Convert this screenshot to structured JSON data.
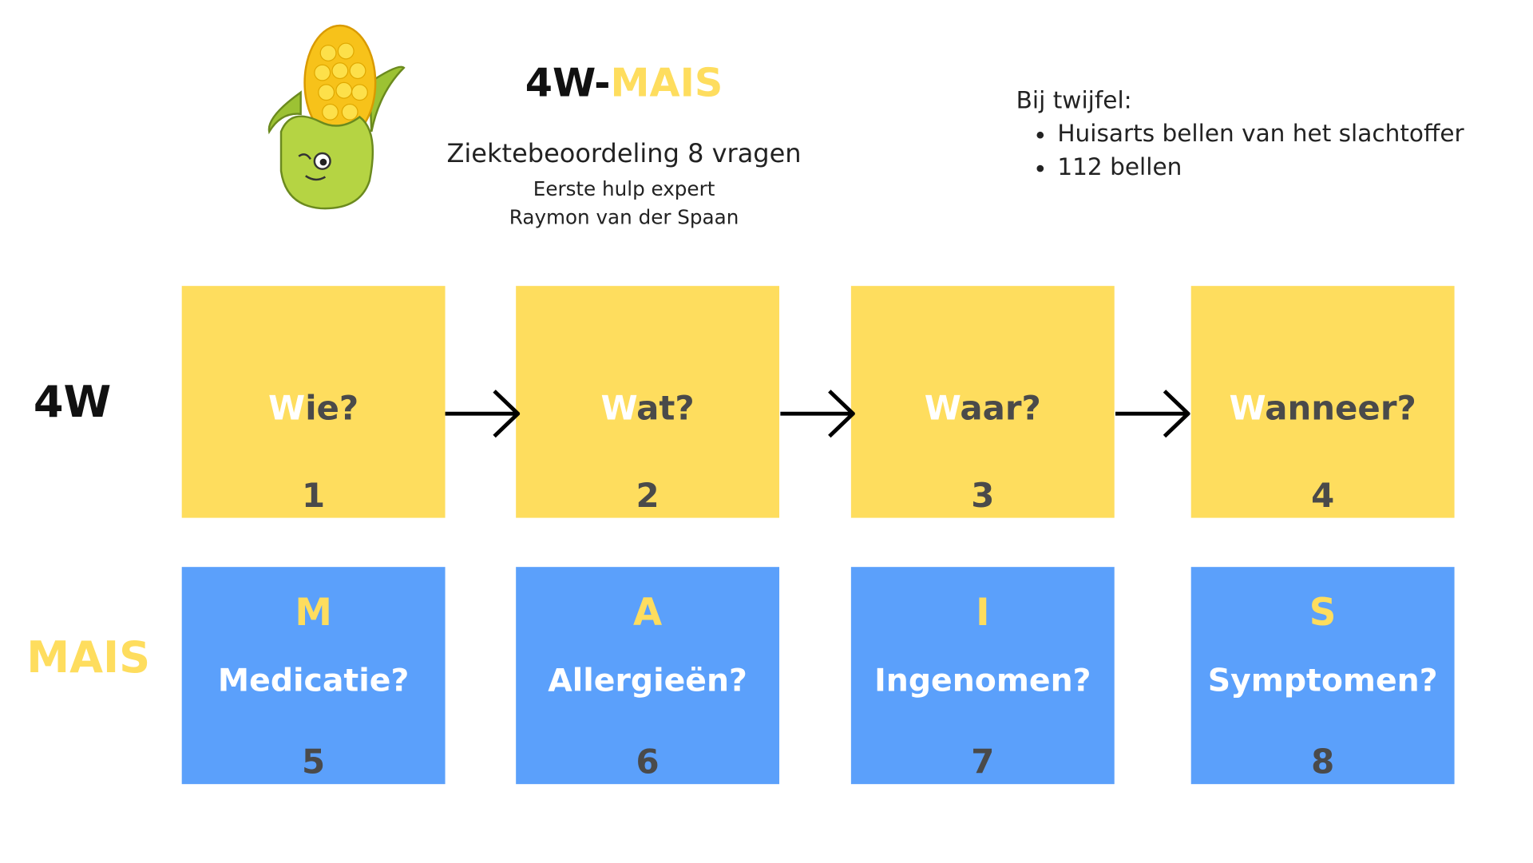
{
  "header": {
    "title_part1": "4W-",
    "title_part2": "MAIS",
    "subtitle": "Ziektebeoordeling 8 vragen",
    "author_line1": "Eerste hulp expert",
    "author_line2": "Raymon van der Spaan"
  },
  "doubt": {
    "heading": "Bij twijfel:",
    "items": [
      "Huisarts bellen van het slachtoffer",
      "112 bellen"
    ]
  },
  "rows": {
    "w_label": "4W",
    "mais_label": "MAIS"
  },
  "w_boxes": [
    {
      "first": "W",
      "rest": "ie?",
      "number": "1"
    },
    {
      "first": "W",
      "rest": "at?",
      "number": "2"
    },
    {
      "first": "W",
      "rest": "aar?",
      "number": "3"
    },
    {
      "first": "W",
      "rest": "anneer?",
      "number": "4"
    }
  ],
  "mais_boxes": [
    {
      "letter": "M",
      "question": "Medicatie?",
      "number": "5"
    },
    {
      "letter": "A",
      "question": "Allergieën?",
      "number": "6"
    },
    {
      "letter": "I",
      "question": "Ingenomen?",
      "number": "7"
    },
    {
      "letter": "S",
      "question": "Symptomen?",
      "number": "8"
    }
  ],
  "colors": {
    "yellow": "#FEDD5E",
    "blue": "#5BA0FB",
    "text": "#4a4a4a"
  }
}
